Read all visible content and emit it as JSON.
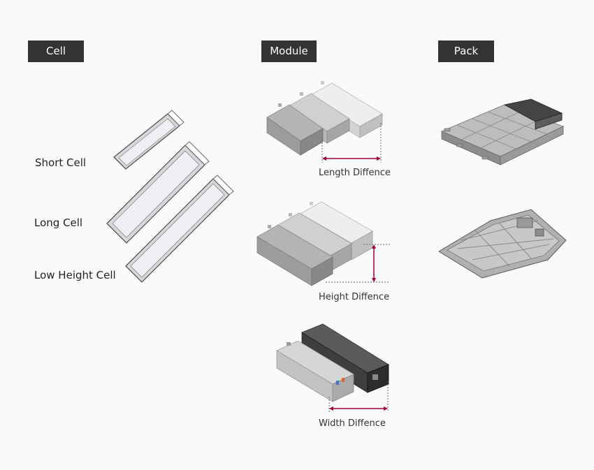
{
  "headers": {
    "cell": "Cell",
    "module": "Module",
    "pack": "Pack"
  },
  "cells": {
    "short": "Short Cell",
    "long": "Long Cell",
    "low_height": "Low Height Cell"
  },
  "modules": {
    "length": "Length Diffence",
    "height": "Height Diffence",
    "width": "Width Diffence"
  },
  "colors": {
    "header_bg": "#333333",
    "accent": "#a0003c",
    "background": "#fafafa"
  }
}
